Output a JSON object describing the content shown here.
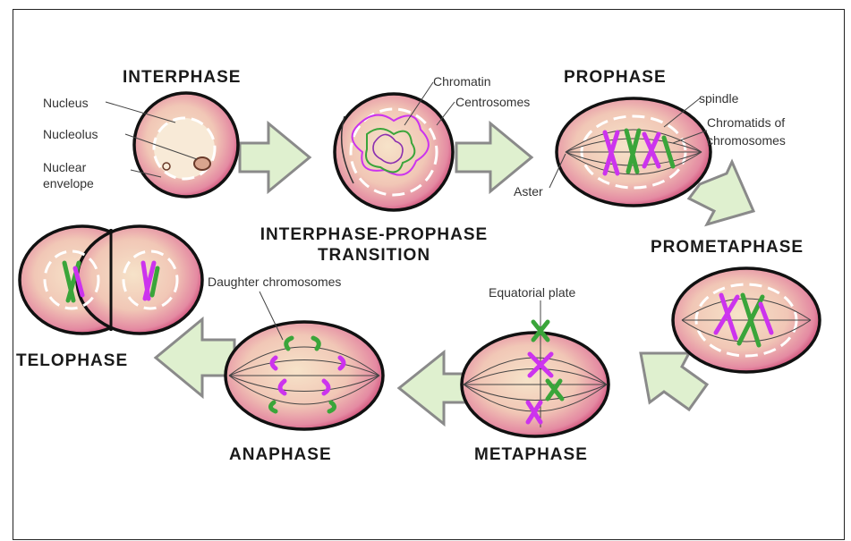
{
  "stages": {
    "interphase": "INTERPHASE",
    "transition_line1": "INTERPHASE-PROPHASE",
    "transition_line2": "TRANSITION",
    "prophase": "PROPHASE",
    "prometaphase": "PROMETAPHASE",
    "metaphase": "METAPHASE",
    "anaphase": "ANAPHASE",
    "telophase": "TELOPHASE"
  },
  "labels": {
    "nucleus": "Nucleus",
    "nucleolus": "Nucleolus",
    "nuclear_envelope_line1": "Nuclear",
    "nuclear_envelope_line2": "envelope",
    "chromatin": "Chromatin",
    "centrosomes": "Centrosomes",
    "spindle": "spindle",
    "chromatids_line1": "Chromatids of",
    "chromatids_line2": "chromosomes",
    "aster": "Aster",
    "equatorial_plate": "Equatorial plate",
    "daughter_chromosomes": "Daughter chromosomes"
  },
  "colors": {
    "cell_outer": "#d94f7c",
    "cell_inner": "#f6e3c9",
    "chromosome_purple": "#cc33ee",
    "chromosome_green": "#3aa53a",
    "arrow_fill": "#dff0cf",
    "arrow_stroke": "#8a8a8a"
  }
}
